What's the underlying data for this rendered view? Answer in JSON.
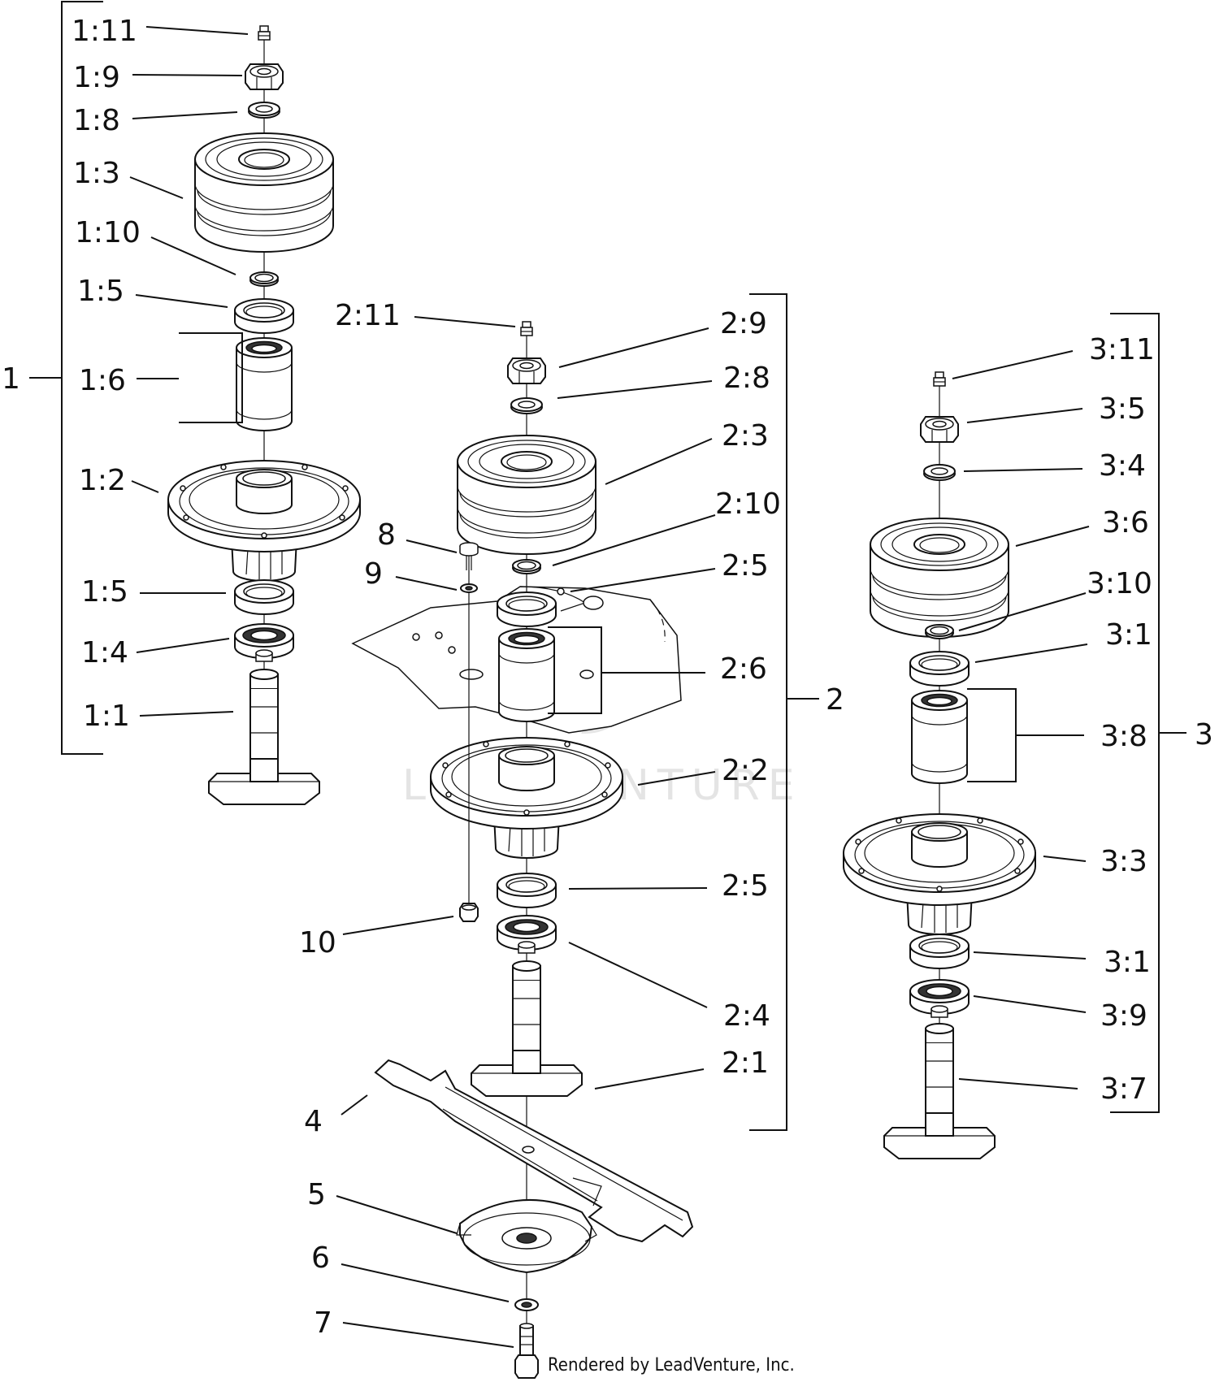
{
  "labels": {
    "l1_11": "1:11",
    "l1_9": "1:9",
    "l1_8": "1:8",
    "l1_3": "1:3",
    "l1_10": "1:10",
    "l1_5a": "1:5",
    "l1_6": "1:6",
    "l1_2": "1:2",
    "l1_5b": "1:5",
    "l1_4": "1:4",
    "l1_1": "1:1",
    "g1": "1",
    "l2_11": "2:11",
    "l2_9": "2:9",
    "l2_8": "2:8",
    "l2_3": "2:3",
    "l2_10": "2:10",
    "l2_5a": "2:5",
    "l2_6": "2:6",
    "l2_2": "2:2",
    "l2_5b": "2:5",
    "l2_4": "2:4",
    "l2_1": "2:1",
    "g2": "2",
    "l3_11": "3:11",
    "l3_5": "3:5",
    "l3_4": "3:4",
    "l3_6": "3:6",
    "l3_10": "3:10",
    "l3_1a": "3:1",
    "l3_8": "3:8",
    "l3_3": "3:3",
    "l3_1b": "3:1",
    "l3_9": "3:9",
    "l3_7": "3:7",
    "g3": "3",
    "p4": "4",
    "p5": "5",
    "p6": "6",
    "p7": "7",
    "p8": "8",
    "p9": "9",
    "p10": "10"
  },
  "credit": "Rendered by LeadVenture, Inc.",
  "watermark": "LEADVENTURE"
}
